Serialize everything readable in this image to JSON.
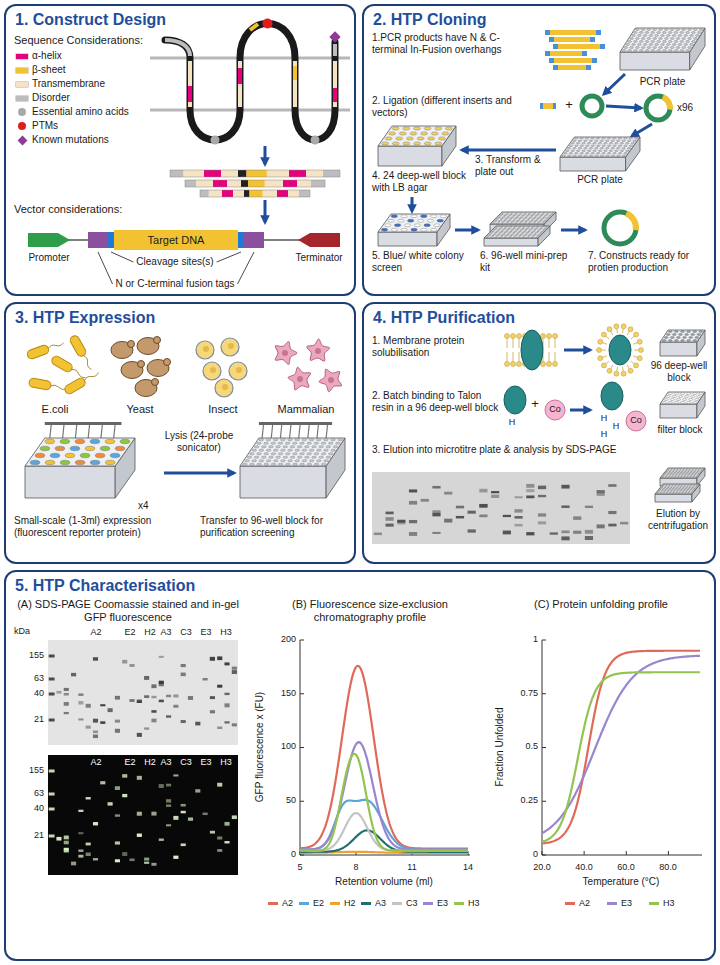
{
  "diagram": {
    "nodes": [
      {
        "text": [
          "1. Construct Design"
        ]
      },
      {
        "text": [
          "Target DNA"
        ],
        "in": 0
      },
      {
        "text": [
          "2. HTP Cloning"
        ]
      },
      {
        "text": [
          "3. HTP Expression"
        ]
      },
      {
        "text": [
          "4. HTP Purification"
        ]
      },
      {
        "text": [
          "5. HTP Characterisation"
        ]
      }
    ],
    "labels": [
      "Sequence Considerations:",
      "Vector considerations:",
      "Promoter",
      "Terminator",
      "Cleavage sites(s)",
      "N or C-terminal fusion tags",
      "1.PCR products have N & C-terminal In-Fusion overhangs",
      "PCR plate",
      "+",
      "2. Ligation (different inserts and vectors)",
      "x96",
      "PCR plate",
      "3. Transform & plate out",
      "4. 24 deep-well block with LB agar",
      "5. Blue/ white colony screen",
      "6. 96-well mini-prep kit",
      "7. Constructs ready for protien production",
      "E.coli",
      "Yeast",
      "Insect",
      "Mammalian",
      "x4",
      "Small-scale (1-3ml) expression (fluorescent reporter protein)",
      "Lysis (24-probe sonicator)",
      "Transfer to 96-well block for purification screening",
      "1. Membrane protein solubilisation",
      "96 deep-well block",
      "2. Batch binding to Talon resin in a 96 deep-well block",
      "H",
      "+",
      "Co",
      "H",
      "H",
      "H",
      "Co",
      "filter block",
      "3. Elution into microtitre plate & analysis by SDS-PAGE",
      "Elution by centrifugation",
      "(A) SDS-PAGE Coomassie stained and in-gel GFP fluorescence",
      "(B) Fluorescence size-exclusion chromatography profile",
      "(C) Protein unfolding profile",
      "kDa",
      "155",
      "63",
      "40",
      "21",
      "A2",
      "E2",
      "H2",
      "A3",
      "C3",
      "E3",
      "H3",
      "155",
      "63",
      "40",
      "21",
      "A2",
      "E2",
      "H2",
      "A3",
      "C3",
      "E3",
      "H3",
      "0",
      "50",
      "100",
      "150",
      "200",
      "5",
      "8",
      "11",
      "14",
      "Retention volume (ml)",
      "GFP fluorescence x (FU)",
      "0",
      "0.25",
      "0.5",
      "0.75",
      "1",
      "20.0",
      "40.0",
      "60.0",
      "80.0",
      "Temperature (°C)",
      "Fraction Unfolded"
    ],
    "legend": [
      {
        "text": "α-helix",
        "color": "#e5007d"
      },
      {
        "text": "β-sheet",
        "color": "#f2c232"
      },
      {
        "text": "Transmembrane",
        "color": "#f5e3c3"
      },
      {
        "text": "Disorder",
        "color": "#bdbdbd"
      },
      {
        "text": "Essential amino acids"
      },
      {
        "text": "PTMs"
      },
      {
        "text": "Known mutations"
      },
      {
        "text": "A2"
      },
      {
        "text": "E2"
      },
      {
        "text": "H2"
      },
      {
        "text": "A3"
      },
      {
        "text": "C3"
      },
      {
        "text": "E3"
      },
      {
        "text": "H3"
      },
      {
        "text": "A2"
      },
      {
        "text": "E3"
      },
      {
        "text": "H3"
      }
    ]
  }
}
